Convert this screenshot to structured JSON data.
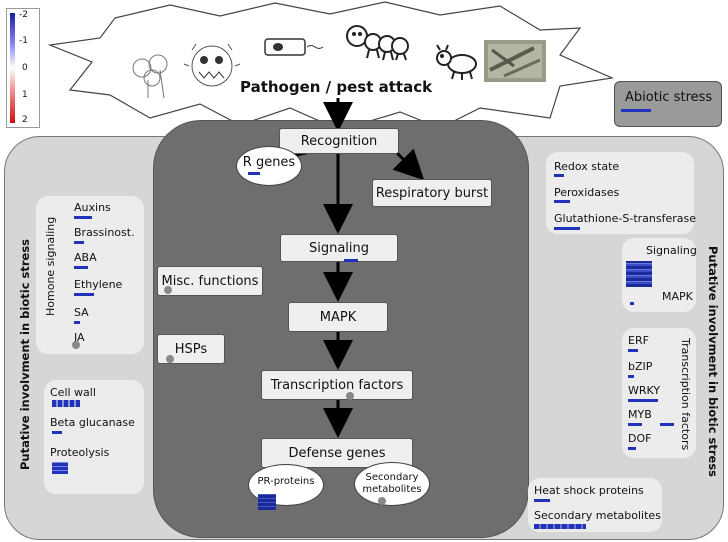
{
  "legend": {
    "ticks": [
      "-2",
      "-1",
      "0",
      "1",
      "2"
    ],
    "colors": {
      "low": "#1a1aa8",
      "mid": "#ffffff",
      "high": "#cc1111"
    }
  },
  "header": {
    "title": "Pathogen / pest attack",
    "abiotic": "Abiotic stress"
  },
  "side_labels": {
    "left": "Putative involvment in biotic stress",
    "right": "Putative involvment in biotic stress"
  },
  "hormone": {
    "title": "Homone signaling",
    "items": [
      "Auxins",
      "Brassinost.",
      "ABA",
      "Ethylene",
      "SA",
      "JA"
    ]
  },
  "cellwall": {
    "items": [
      "Cell wall",
      "Beta glucanase",
      "Proteolysis"
    ]
  },
  "redox": {
    "items": [
      "Redox state",
      "Peroxidases",
      "Glutathione-S-transferase"
    ]
  },
  "signal_right": {
    "signaling": "Signaling",
    "mapk": "MAPK"
  },
  "tf": {
    "title": "Transcription factors",
    "items": [
      "ERF",
      "bZIP",
      "WRKY",
      "MYB",
      "DOF"
    ]
  },
  "heat": {
    "items": [
      "Heat shock proteins",
      "Secondary metabolites"
    ]
  },
  "flow": {
    "recognition": "Recognition",
    "rgenes": "R genes",
    "respiratory": "Respiratory burst",
    "signaling": "Signaling",
    "misc": "Misc. functions",
    "hsps": "HSPs",
    "mapk": "MAPK",
    "tf": "Transcription factors",
    "defense": "Defense genes",
    "pr": "PR-proteins",
    "secondary": "Secondary metabolites"
  },
  "icons": [
    "tree-drawing-icon",
    "monster-drawing-icon",
    "bacterium-icon",
    "caterpillar-icon",
    "insect-icon",
    "fungus-photo-icon"
  ]
}
